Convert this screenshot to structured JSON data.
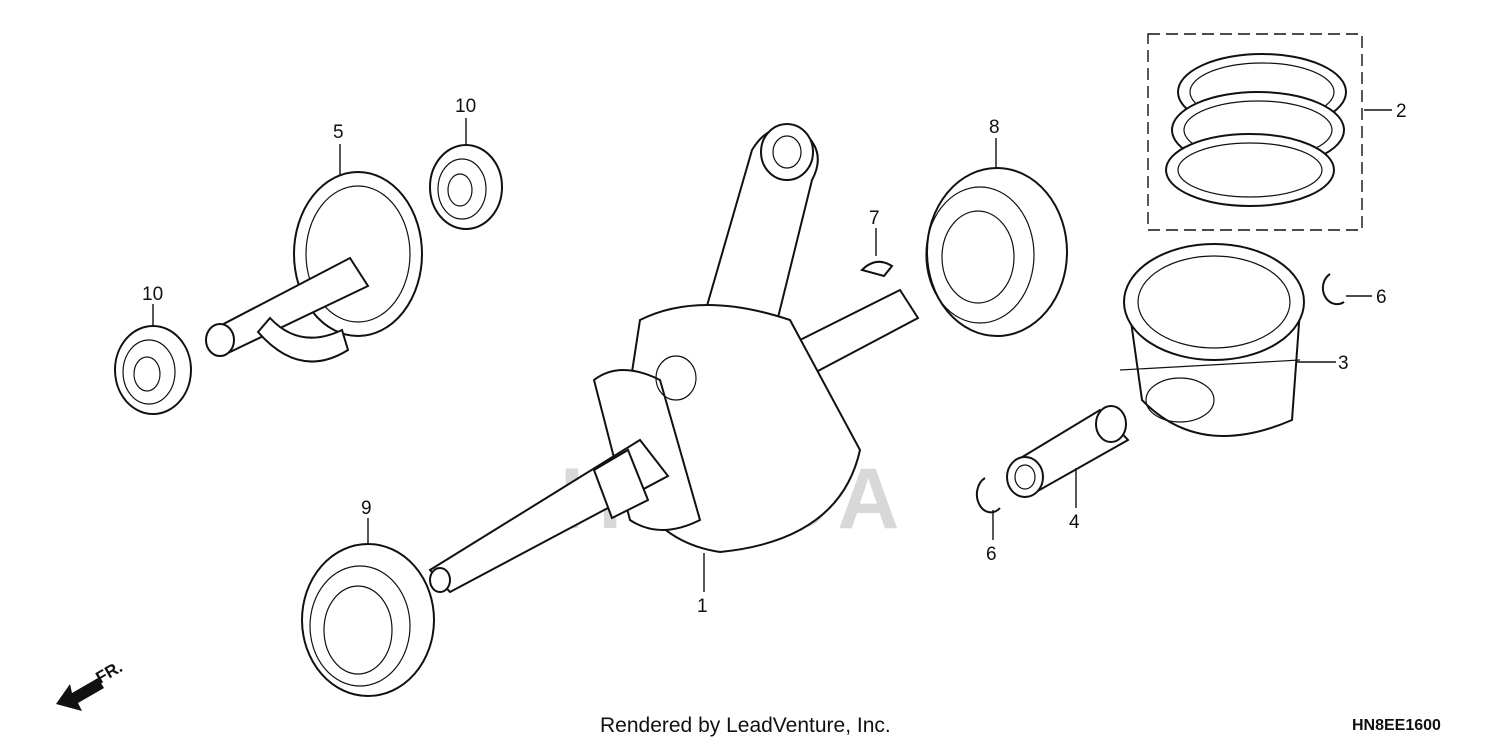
{
  "diagram": {
    "watermark": "HONDA",
    "callouts": [
      {
        "id": "1",
        "text": "1"
      },
      {
        "id": "2",
        "text": "2"
      },
      {
        "id": "3",
        "text": "3"
      },
      {
        "id": "4",
        "text": "4"
      },
      {
        "id": "5",
        "text": "5"
      },
      {
        "id": "6a",
        "text": "6"
      },
      {
        "id": "6b",
        "text": "6"
      },
      {
        "id": "7",
        "text": "7"
      },
      {
        "id": "8",
        "text": "8"
      },
      {
        "id": "9",
        "text": "9"
      },
      {
        "id": "10a",
        "text": "10"
      },
      {
        "id": "10b",
        "text": "10"
      }
    ],
    "direction_label": "FR.",
    "footer": "Rendered by LeadVenture, Inc.",
    "diagram_code": "HN8EE1600"
  }
}
